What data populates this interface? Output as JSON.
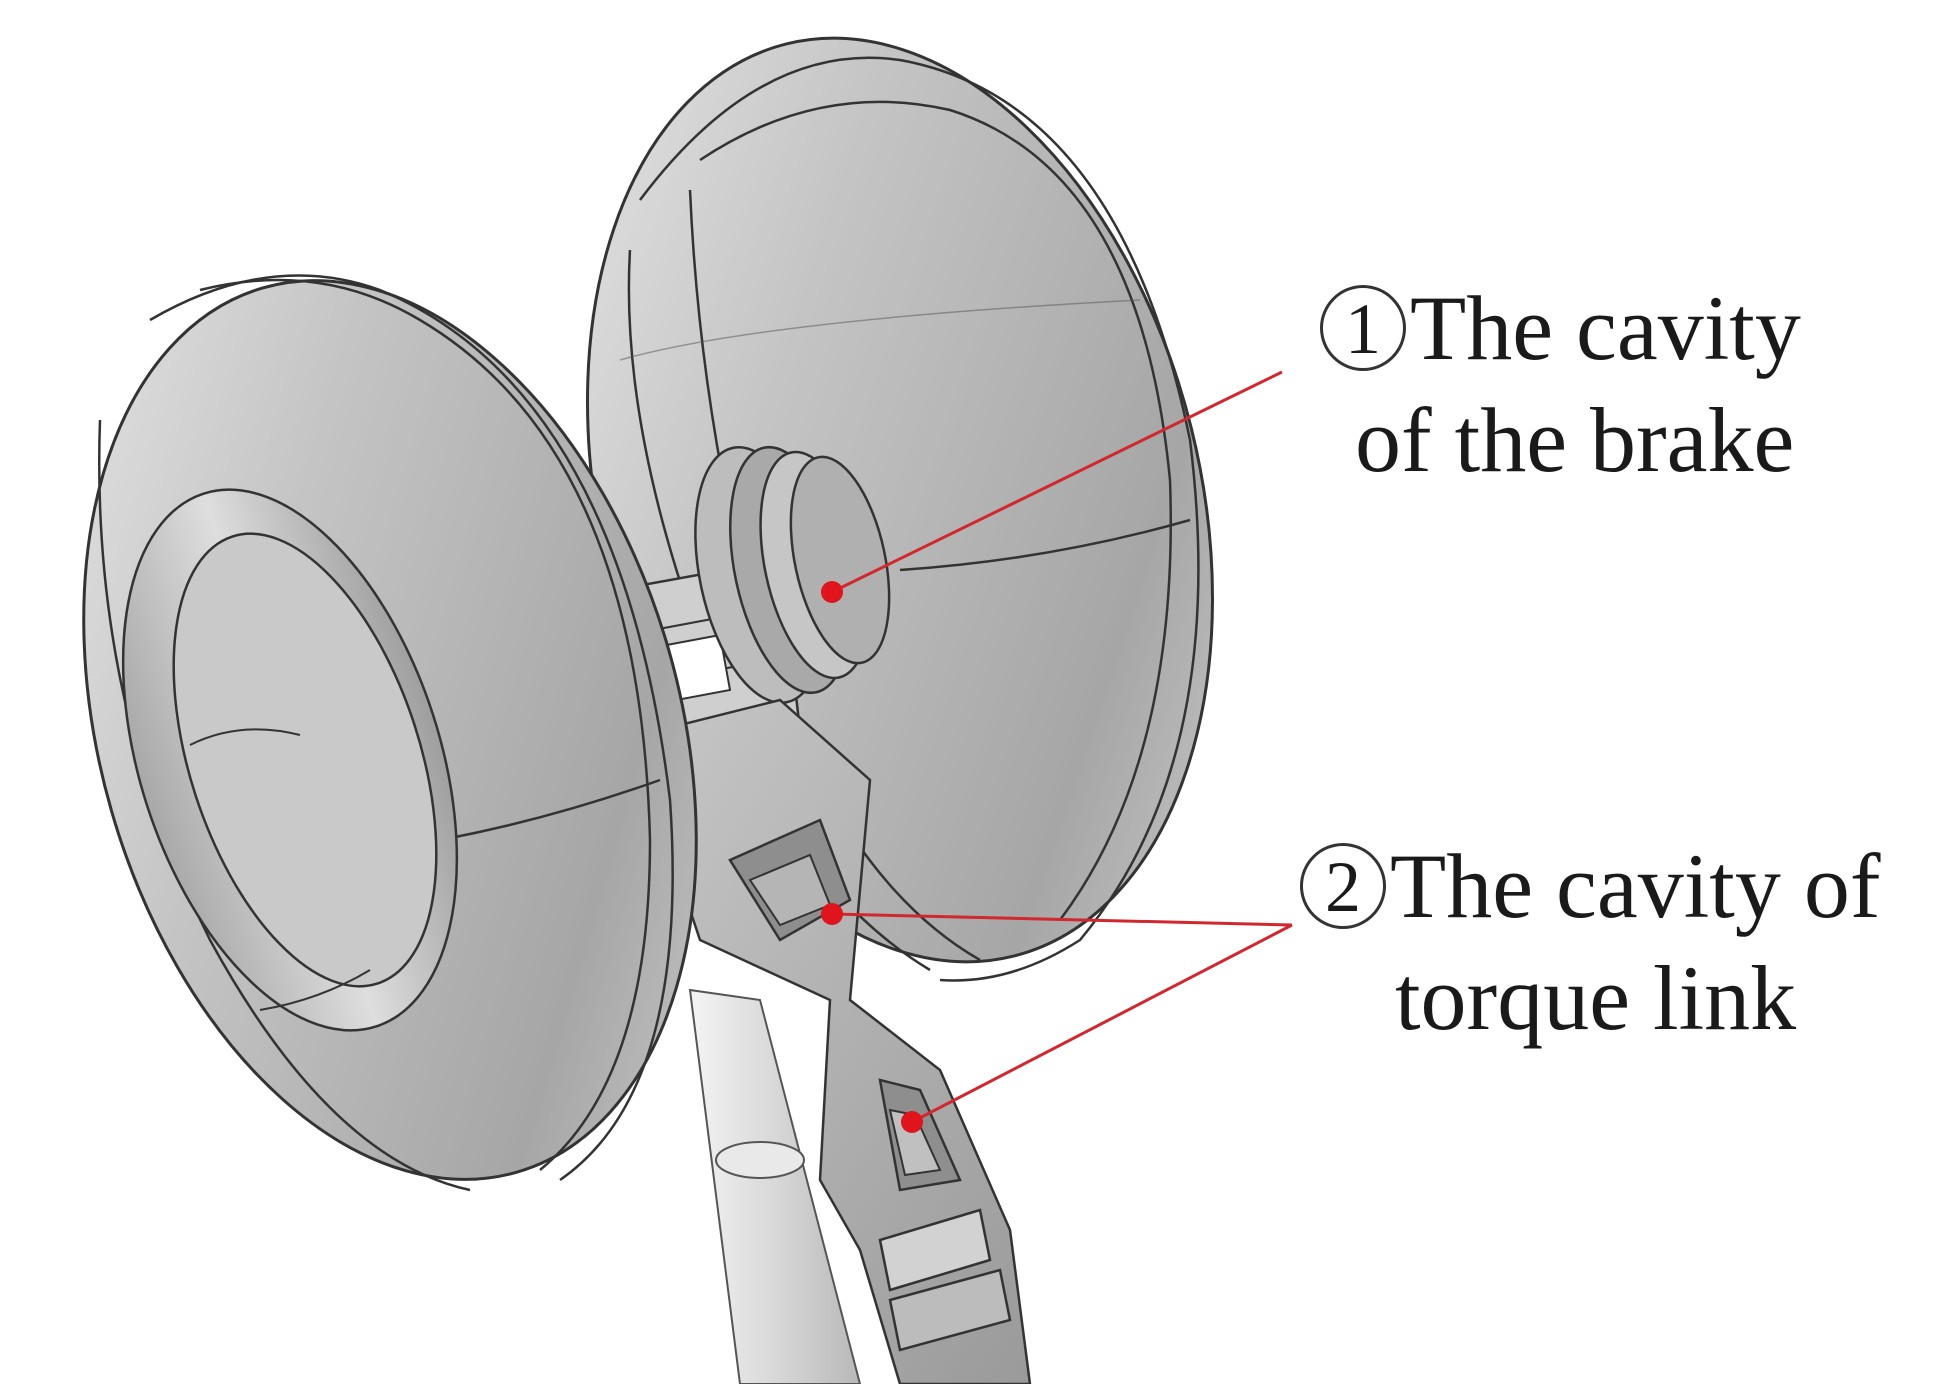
{
  "callouts": [
    {
      "number": "1",
      "line1": "The cavity",
      "line2": "of the brake"
    },
    {
      "number": "2",
      "line1": "The cavity of",
      "line2": "torque link"
    }
  ],
  "colors": {
    "leader_line": "#d0282e",
    "marker": "#e0141c",
    "wheel_fill": "#b9b9b9",
    "outline": "#333333"
  }
}
